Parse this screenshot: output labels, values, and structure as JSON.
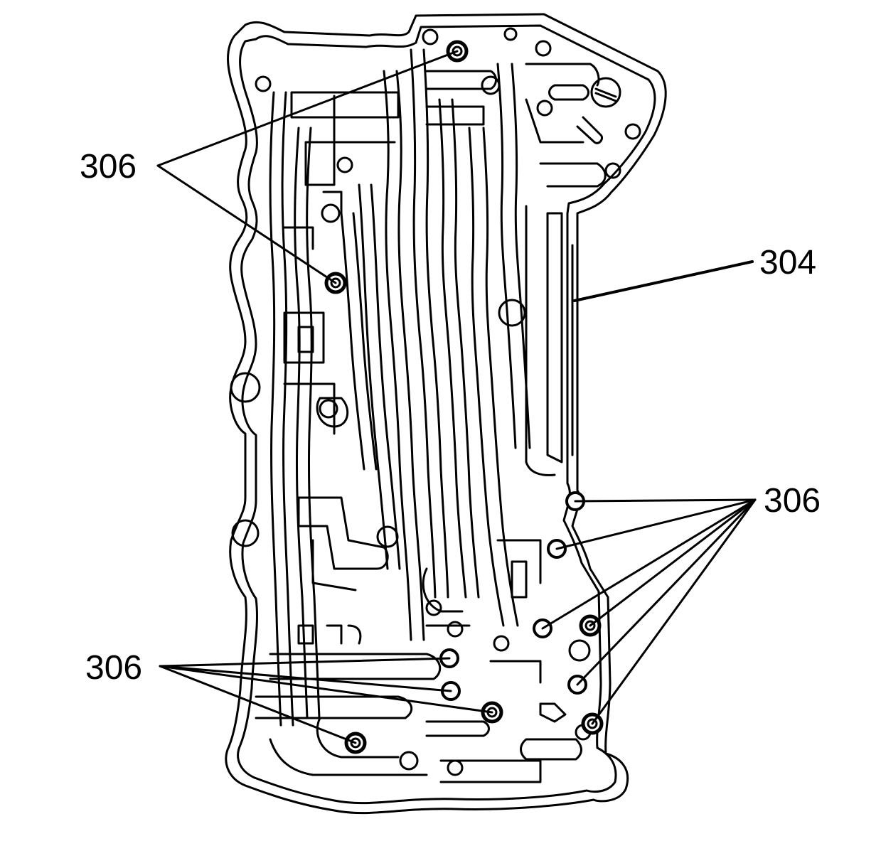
{
  "diagram": {
    "callouts": {
      "check_balls_upper_left": "306",
      "spacer_plate_right": "304",
      "check_balls_right": "306",
      "check_balls_lower_left": "306"
    }
  },
  "colors": {
    "line": "#000000",
    "background": "#ffffff"
  }
}
